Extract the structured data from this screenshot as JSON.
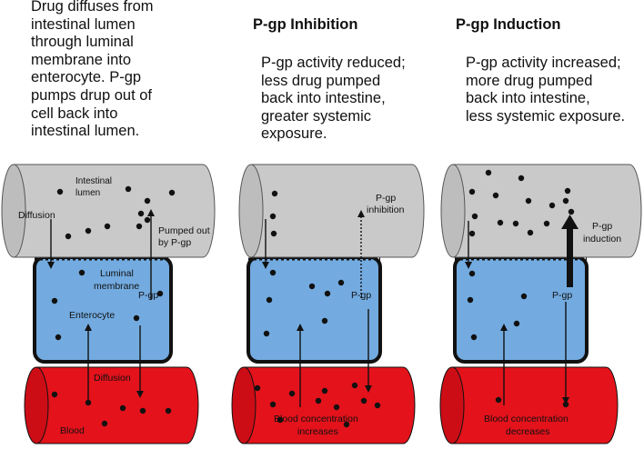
{
  "panel1": {
    "description": "Drug diffuses from\nintestinal lumen\nthrough luminal\nmembrane into\nenterocyte. P-gp\npumps drup out of\ncell back into\nintestinal lumen.",
    "intestinal_lumen_label": [
      "Intestinal",
      "lumen"
    ],
    "diffusion_label": "Diffusion",
    "pumped_out_label": [
      "Pumped out",
      "by P-gp"
    ],
    "luminal_membrane_label": [
      "Luminal",
      "membrane"
    ],
    "pgp_label": "P-gp",
    "enterocyte_label": "Enterocyte",
    "diffusion_blood_label": "Diffusion",
    "blood_label": "Blood"
  },
  "panel2": {
    "title": "P-gp Inhibition",
    "description": "P-gp activity reduced;\nless drug pumped\nback into intestine,\ngreater systemic\nexposure.",
    "inhibition_label": [
      "P-gp",
      "inhibition"
    ],
    "pgp_label": "P-gp",
    "blood_label": [
      "Blood concentration",
      "increases"
    ]
  },
  "panel3": {
    "title": "P-gp Induction",
    "description": "P-gp activity increased;\nmore drug pumped\nback into intestine,\nless systemic exposure.",
    "induction_label": [
      "P-gp",
      "induction"
    ],
    "pgp_label": "P-gp",
    "blood_label": [
      "Blood concentration",
      "decreases"
    ]
  },
  "colors": {
    "intestine_fill": "#c9c9c9",
    "enterocyte_fill": "#73abe0",
    "blood_fill": "#e4121b",
    "outline": "#111111"
  }
}
